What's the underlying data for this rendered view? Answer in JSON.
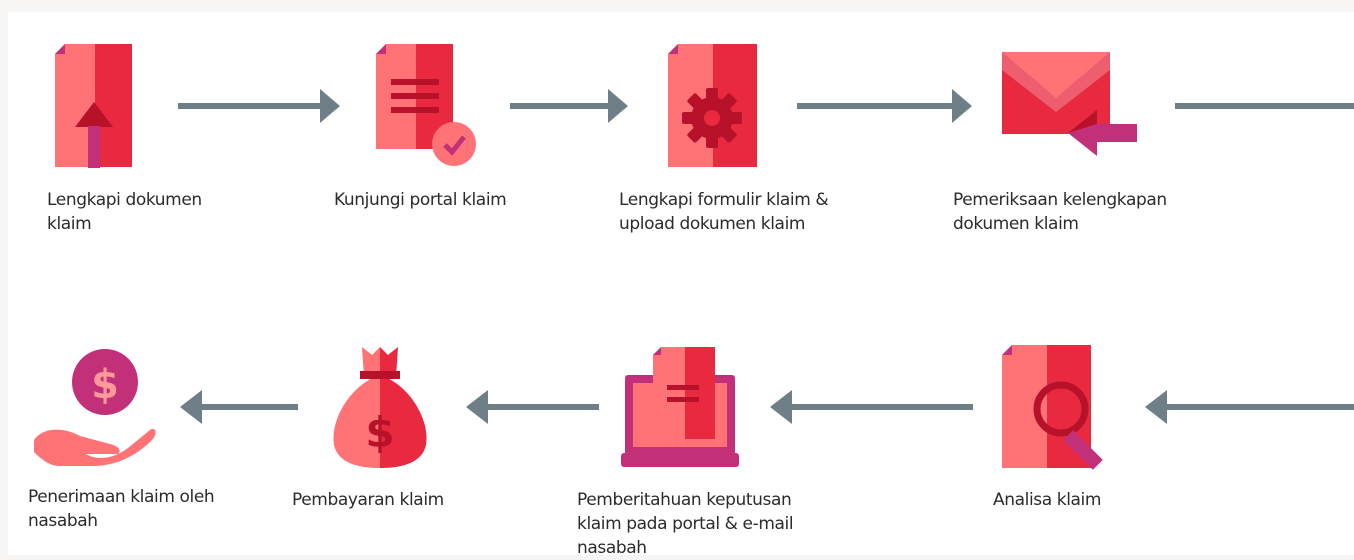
{
  "colors": {
    "accent_red": "#e8293f",
    "light_red": "#ff7276",
    "dark_red": "#b8122b",
    "magenta": "#c2307a",
    "arrow_gray": "#6e7f87"
  },
  "steps": [
    {
      "label": "Lengkapi dokumen\nklaim",
      "icon": "document-upload-icon"
    },
    {
      "label": "Kunjungi portal klaim",
      "icon": "document-check-icon"
    },
    {
      "label": "Lengkapi formulir klaim &\nupload dokumen klaim",
      "icon": "document-gear-icon"
    },
    {
      "label": "Pemeriksaan kelengkapan\ndokumen klaim",
      "icon": "envelope-arrow-icon"
    },
    {
      "label": "Analisa klaim",
      "icon": "document-search-icon"
    },
    {
      "label": "Pemberitahuan keputusan\nklaim pada portal & e-mail\nnasabah",
      "icon": "laptop-document-icon"
    },
    {
      "label": "Pembayaran klaim",
      "icon": "money-bag-icon"
    },
    {
      "label": "Penerimaan klaim oleh\nnasabah",
      "icon": "hand-coin-icon"
    }
  ]
}
